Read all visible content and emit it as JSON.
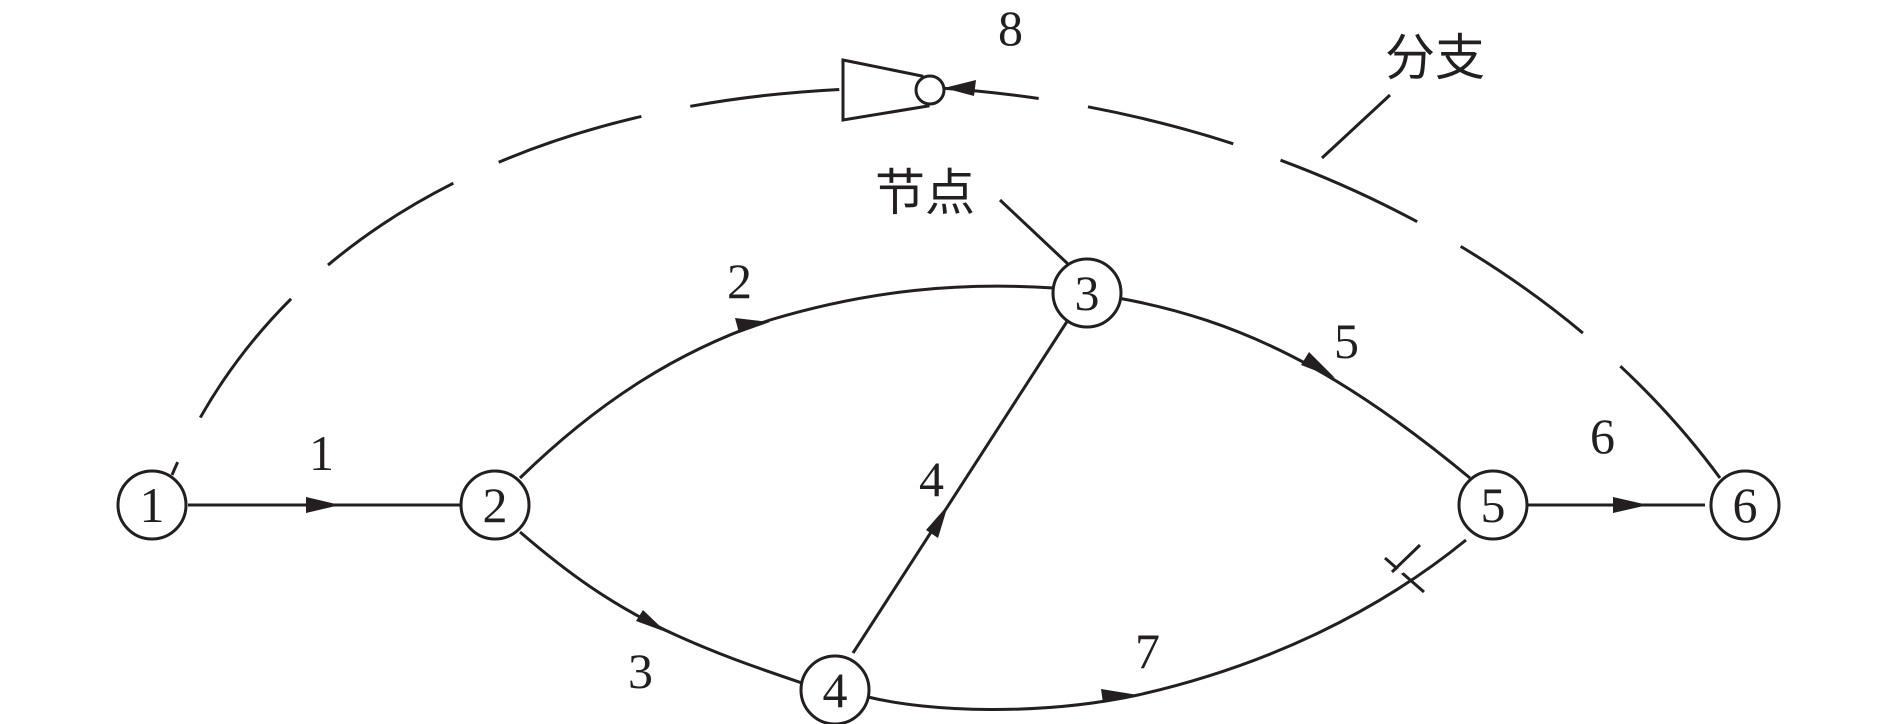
{
  "nodes": [
    {
      "id": "n1",
      "label": "1"
    },
    {
      "id": "n2",
      "label": "2"
    },
    {
      "id": "n3",
      "label": "3"
    },
    {
      "id": "n4",
      "label": "4"
    },
    {
      "id": "n5",
      "label": "5"
    },
    {
      "id": "n6",
      "label": "6"
    }
  ],
  "edges": [
    {
      "label": "1",
      "from": "1",
      "to": "2"
    },
    {
      "label": "2",
      "from": "2",
      "to": "3"
    },
    {
      "label": "3",
      "from": "2",
      "to": "4"
    },
    {
      "label": "4",
      "from": "4",
      "to": "3"
    },
    {
      "label": "5",
      "from": "3",
      "to": "5"
    },
    {
      "label": "6",
      "from": "5",
      "to": "6"
    },
    {
      "label": "7",
      "from": "4",
      "to": "5"
    },
    {
      "label": "8",
      "from": "6",
      "to": "1",
      "style": "dashed"
    }
  ],
  "annotations": {
    "node": "节点",
    "branch": "分支"
  },
  "colors": {
    "stroke": "#231f20",
    "background": "#ffffff"
  }
}
